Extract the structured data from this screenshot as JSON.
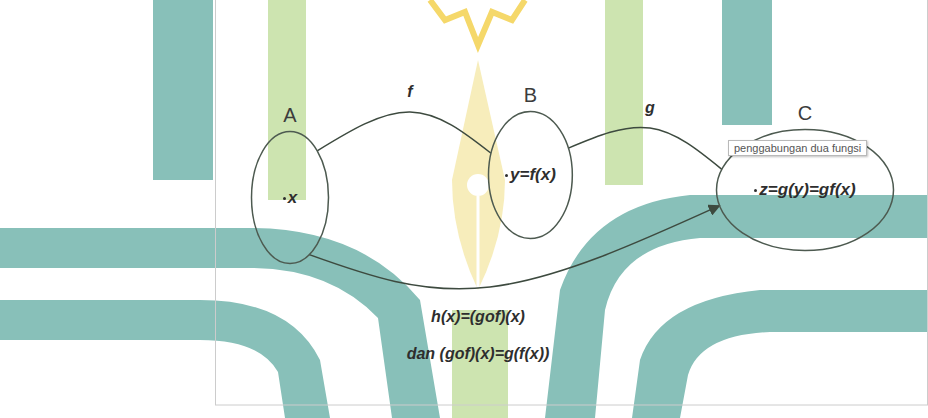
{
  "diagram": {
    "nodes": [
      {
        "text": [
          "A",
          "x"
        ]
      },
      {
        "text": [
          "B",
          "y=f(x)"
        ]
      },
      {
        "text": [
          "C",
          "z=g(y)=gf(x)"
        ]
      }
    ],
    "edges": [
      {
        "from": 0,
        "to": 1,
        "label": "f",
        "arrow": "none"
      },
      {
        "from": 1,
        "to": 2,
        "label": "g",
        "arrow": "none"
      },
      {
        "from": 0,
        "to": 2,
        "arrow": "to"
      }
    ],
    "labels": [
      "penggabungan dua fungsi",
      "h(x)=(gof)(x)",
      "dan (gof)(x)=g(f(x))"
    ]
  }
}
